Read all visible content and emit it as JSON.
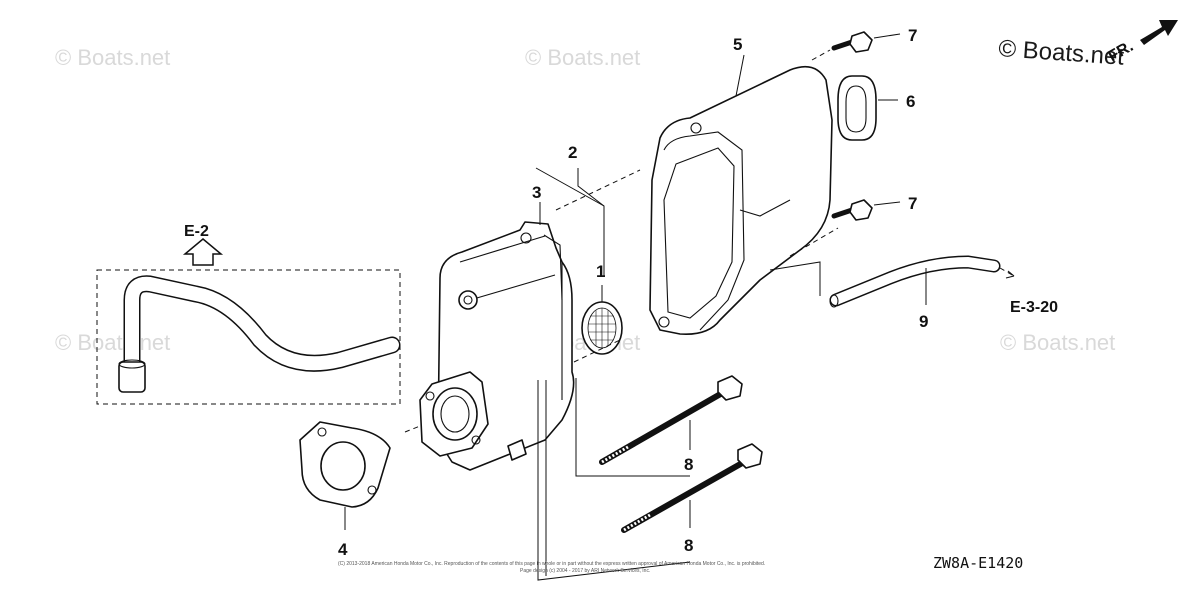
{
  "watermarks": [
    "© Boats.net",
    "© Boats.net",
    "© Boats.net",
    "© Boats.net",
    "© Boats.net",
    "© Boats.net"
  ],
  "brand_watermark": "© Boats.net",
  "front_marker": "FR.",
  "callouts": {
    "p1": "1",
    "p2": "2",
    "p3": "3",
    "p4": "4",
    "p5": "5",
    "p6": "6",
    "p7a": "7",
    "p7b": "7",
    "p8a": "8",
    "p8b": "8",
    "p9": "9"
  },
  "references": {
    "e2": "E-2",
    "e320": "E-3-20"
  },
  "diagram_code": "ZW8A-E1420",
  "legal_line1": "(C) 2013-2018 American Honda Motor Co., Inc. Reproduction of the contents of this page in whole or in part without the express written approval of American Honda Motor Co., Inc. is prohibited.",
  "legal_line2": "Page design (c) 2004 - 2017 by ARI Network Services, Inc."
}
